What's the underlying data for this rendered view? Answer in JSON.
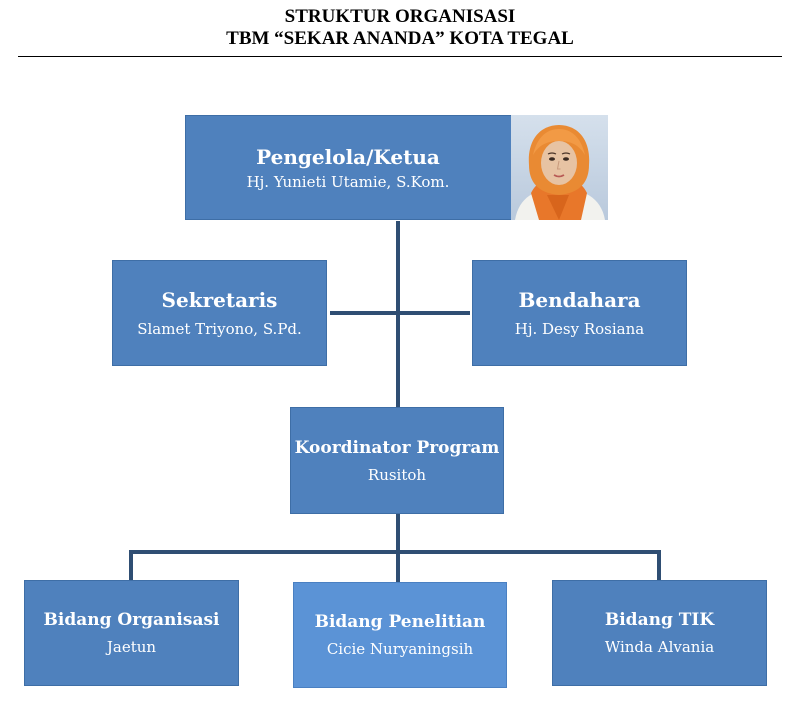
{
  "header": {
    "title_line1": "STRUKTUR ORGANISASI",
    "title_line2": "TBM “SEKAR ANANDA” KOTA TEGAL"
  },
  "chart": {
    "head": {
      "role": "Pengelola/Ketua",
      "name": "Hj. Yunieti Utamie, S.Kom."
    },
    "secretary": {
      "role": "Sekretaris",
      "name": "Slamet Triyono, S.Pd."
    },
    "treasurer": {
      "role": "Bendahara",
      "name": "Hj. Desy Rosiana"
    },
    "coordinator": {
      "role": "Koordinator Program",
      "name": "Rusitoh"
    },
    "divisions": [
      {
        "role": "Bidang Organisasi",
        "name": "Jaetun"
      },
      {
        "role": "Bidang Penelitian",
        "name": "Cicie Nuryaningsih"
      },
      {
        "role": "Bidang TIK",
        "name": "Winda Alvania"
      }
    ]
  },
  "colors": {
    "box_fill": "#4f81bd",
    "box_fill_highlight": "#5b93d6",
    "connector": "#2f4e73"
  },
  "icons": {
    "head_photo": "woman-portrait-orange-hijab"
  }
}
